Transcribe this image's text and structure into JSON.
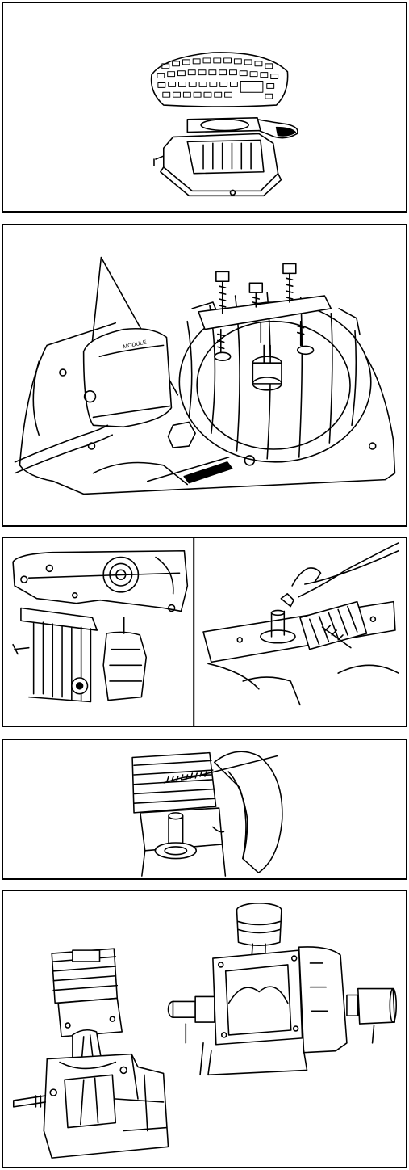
{
  "page": {
    "figures": [
      {
        "id": "fig1",
        "subject": "air-filter-and-cover"
      },
      {
        "id": "fig2",
        "subject": "flywheel-puller-and-ignition-module"
      },
      {
        "id": "fig3a",
        "subject": "engine-underside"
      },
      {
        "id": "fig3b",
        "subject": "crankshaft-removal"
      },
      {
        "id": "fig4",
        "subject": "cylinder-spring-removal"
      },
      {
        "id": "fig5a",
        "subject": "cylinder-and-crankcase"
      },
      {
        "id": "fig5b",
        "subject": "piston-and-crankcase-assembly"
      }
    ]
  },
  "labels": {
    "module_text": "MODULE"
  },
  "colors": {
    "ink": "#000000",
    "paper": "#ffffff"
  }
}
